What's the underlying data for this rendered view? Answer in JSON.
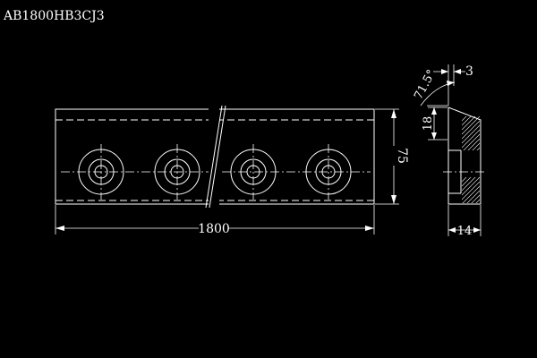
{
  "title": "AB1800HB3CJ3",
  "dimensions": {
    "length": "1800",
    "height": "75",
    "angle": "71.5°",
    "top_offset": "3",
    "bevel": "18",
    "thickness": "14"
  },
  "colors": {
    "background": "#000000",
    "lines": "#ffffff"
  },
  "holes": {
    "count": 4
  }
}
